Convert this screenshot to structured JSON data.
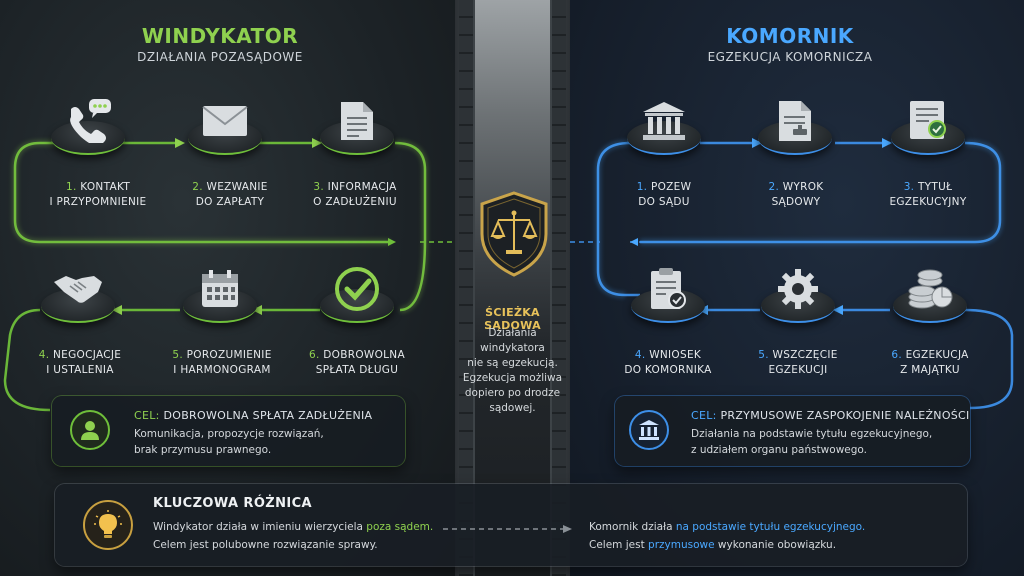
{
  "left": {
    "title": "WINDYKATOR",
    "subtitle": "DZIAŁANIA POZASĄDOWE",
    "steps": [
      {
        "num": "1.",
        "line1": "KONTAKT",
        "line2": "I PRZYPOMNIENIE",
        "icon": "phone-chat-icon"
      },
      {
        "num": "2.",
        "line1": "WEZWANIE",
        "line2": "DO ZAPŁATY",
        "icon": "envelope-icon"
      },
      {
        "num": "3.",
        "line1": "INFORMACJA",
        "line2": "O ZADŁUŻENIU",
        "icon": "document-icon"
      },
      {
        "num": "4.",
        "line1": "NEGOCJACJE",
        "line2": "I USTALENIA",
        "icon": "handshake-icon"
      },
      {
        "num": "5.",
        "line1": "POROZUMIENIE",
        "line2": "I HARMONOGRAM",
        "icon": "calendar-icon"
      },
      {
        "num": "6.",
        "line1": "DOBROWOLNA",
        "line2": "SPŁATA DŁUGU",
        "icon": "checkmark-icon"
      }
    ],
    "goal": {
      "label": "CEL:",
      "title": "DOBROWOLNA SPŁATA ZADŁUŻENIA",
      "line1": "Komunikacja, propozycje rozwiązań,",
      "line2": "brak przymusu prawnego.",
      "icon": "user-icon"
    }
  },
  "right": {
    "title": "KOMORNIK",
    "subtitle": "EGZEKUCJA KOMORNICZA",
    "steps": [
      {
        "num": "1.",
        "line1": "POZEW",
        "line2": "DO SĄDU",
        "icon": "courthouse-icon"
      },
      {
        "num": "2.",
        "line1": "WYROK",
        "line2": "SĄDOWY",
        "icon": "verdict-document-icon"
      },
      {
        "num": "3.",
        "line1": "TYTUŁ",
        "line2": "EGZEKUCYJNY",
        "icon": "certificate-icon"
      },
      {
        "num": "4.",
        "line1": "WNIOSEK",
        "line2": "DO KOMORNIKA",
        "icon": "clipboard-check-icon"
      },
      {
        "num": "5.",
        "line1": "WSZCZĘCIE",
        "line2": "EGZEKUCJI",
        "icon": "gear-icon"
      },
      {
        "num": "6.",
        "line1": "EGZEKUCJA",
        "line2": "Z MAJĄTKU",
        "icon": "coins-icon"
      }
    ],
    "goal": {
      "label": "CEL:",
      "title": "PRZYMUSOWE ZASPOKOJENIE NALEŻNOŚCI",
      "line1": "Działania na podstawie tytułu egzekucyjnego,",
      "line2": "z udziałem organu państwowego.",
      "icon": "courthouse-icon"
    }
  },
  "center": {
    "title": "ŚCIEŻKA SĄDOWA",
    "lines": [
      "Działania windykatora",
      "nie są egzekucją.",
      "Egzekucja możliwa",
      "dopiero po drodze",
      "sądowej."
    ],
    "icon": "scales-shield-icon"
  },
  "difference": {
    "title": "KLUCZOWA RÓŻNICA",
    "left_pre": "Windykator działa w imieniu wierzyciela ",
    "left_hl": "poza sądem.",
    "left_line2": "Celem jest polubowne rozwiązanie sprawy.",
    "right_pre": "Komornik działa ",
    "right_hl": "na podstawie tytułu egzekucyjnego.",
    "right_line2_pre": "Celem jest ",
    "right_line2_hl": "przymusowe",
    "right_line2_post": " wykonanie obowiązku.",
    "icon": "lightbulb-icon"
  },
  "colors": {
    "left_accent": "#8fd14f",
    "right_accent": "#4aa8ff",
    "center_accent": "#e8c25a"
  }
}
